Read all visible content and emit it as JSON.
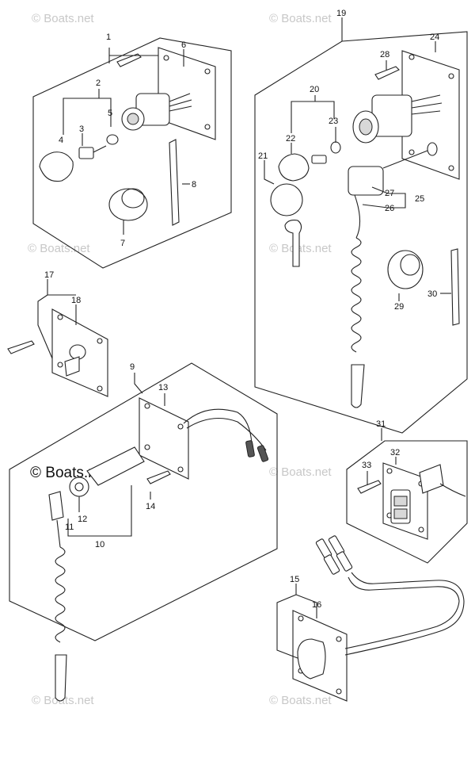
{
  "watermark": {
    "text": "© Boats.net",
    "main_text": "© Boats.net"
  },
  "callouts": {
    "c1": "1",
    "c2": "2",
    "c3": "3",
    "c4": "4",
    "c5": "5",
    "c6": "6",
    "c7": "7",
    "c8": "8",
    "c9": "9",
    "c10": "10",
    "c11": "11",
    "c12": "12",
    "c13": "13",
    "c14": "14",
    "c15": "15",
    "c16": "16",
    "c17": "17",
    "c18": "18",
    "c19": "19",
    "c20": "20",
    "c21": "21",
    "c22": "22",
    "c23": "23",
    "c24": "24",
    "c25": "25",
    "c26": "26",
    "c27": "27",
    "c28": "28",
    "c29": "29",
    "c30": "30",
    "c31": "31",
    "c32": "32",
    "c33": "33"
  }
}
